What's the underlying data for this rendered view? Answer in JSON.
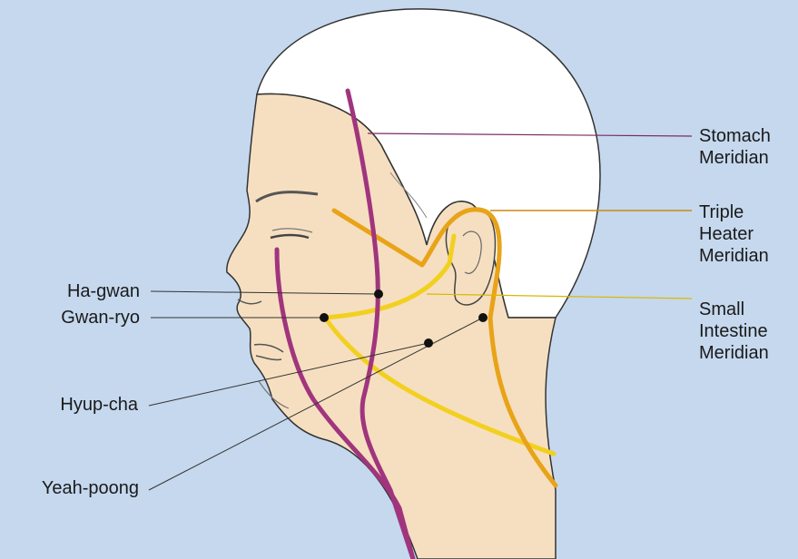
{
  "diagram": {
    "labels": {
      "ha_gwan": "Ha-gwan",
      "gwan_ryo": "Gwan-ryo",
      "hyup_cha": "Hyup-cha",
      "yeah_poong": "Yeah-poong",
      "stomach": [
        "Stomach",
        "Meridian"
      ],
      "triple_heater": [
        "Triple",
        "Heater",
        "Meridian"
      ],
      "small_intestine": [
        "Small",
        "Intestine",
        "Meridian"
      ]
    },
    "colors": {
      "background": "#c5d8ee",
      "skin": "#f6dfc0",
      "hair": "#ffffff",
      "stomach_meridian": "#a0357e",
      "triple_heater_meridian": "#e8a318",
      "small_intestine_meridian": "#f2d020",
      "acupoint": "#111111"
    }
  }
}
